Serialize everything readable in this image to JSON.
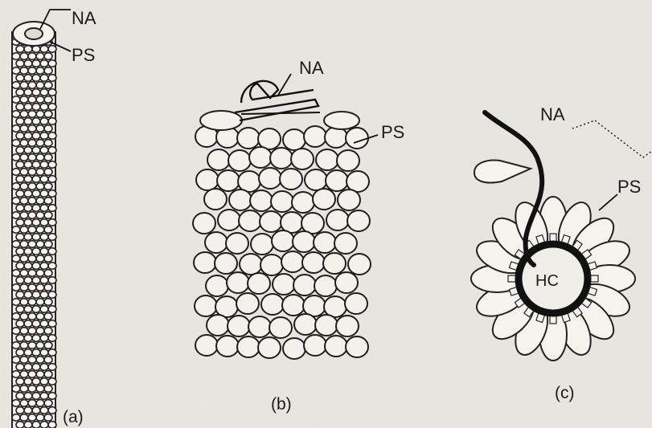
{
  "panel_a": {
    "label_na": "NA",
    "label_ps": "PS",
    "caption": "(a)"
  },
  "panel_b": {
    "label_na": "NA",
    "label_ps": "PS",
    "caption": "(b)"
  },
  "panel_c": {
    "label_na": "NA",
    "label_ps": "PS",
    "label_hc": "HC",
    "caption": "(c)"
  }
}
